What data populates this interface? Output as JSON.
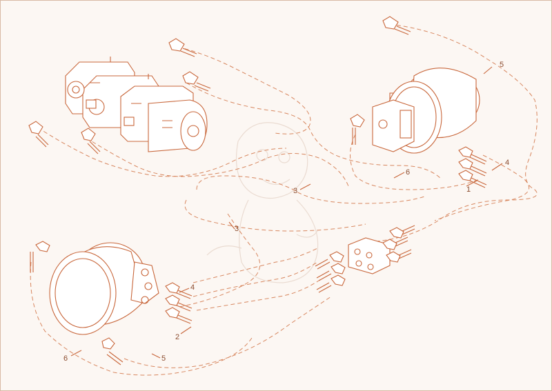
{
  "diagram": {
    "callouts": {
      "c1": "1",
      "c2": "2",
      "c3a": "3",
      "c3b": "3",
      "c4a": "4",
      "c4b": "4",
      "c5a": "5",
      "c5b": "5",
      "c6a": "6",
      "c6b": "6"
    },
    "colors": {
      "line": "#c8663a",
      "dashed": "#d7865e",
      "background": "#fcf7f3"
    },
    "icons": [
      "hydraulic-pump",
      "travel-motor-right",
      "travel-motor-left",
      "distribution-block",
      "hose-fitting",
      "dinosaur-watermark"
    ]
  }
}
